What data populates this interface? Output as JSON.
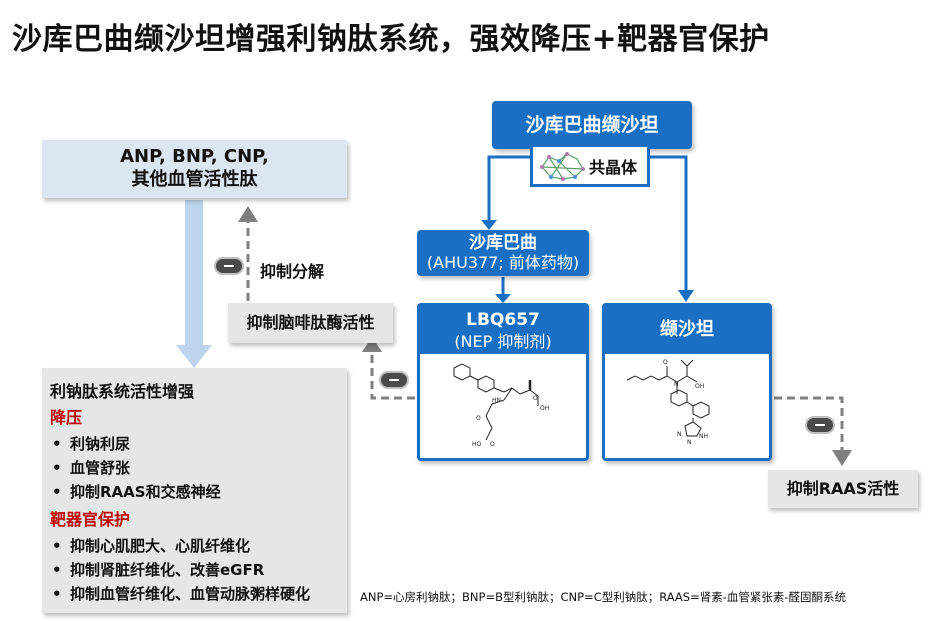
{
  "title": "沙库巴曲缬沙坦增强利钠肽系统，强效降压+靶器官保护",
  "peptides_box": {
    "line1": "ANP, BNP, CNP,",
    "line2": "其他血管活性肽"
  },
  "degradation_label": "抑制分解",
  "neprilysin_box": "抑制脑啡肽酶活性",
  "effects": {
    "heading": "利钠肽系统活性增强",
    "section1": "降压",
    "items1": [
      "利钠利尿",
      "血管舒张",
      "抑制RAAS和交感神经"
    ],
    "section2": "靶器官保护",
    "items2": [
      "抑制心肌肥大、心肌纤维化",
      "抑制肾脏纤维化、改善eGFR",
      "抑制血管纤维化、血管动脉粥样硬化"
    ]
  },
  "drug_top": "沙库巴曲缬沙坦",
  "cocrystal_label": "共晶体",
  "sacubitril": {
    "name": "沙库巴曲",
    "sub": "(AHU377; 前体药物)"
  },
  "lbq657": {
    "name": "LBQ657",
    "sub": "(NEP 抑制剂)"
  },
  "valsartan": {
    "name": "缬沙坦"
  },
  "raas_box": "抑制RAAS活性",
  "footnote": "ANP=心房利钠肽；BNP=B型利钠肽；CNP=C型利钠肽；RAAS=肾素-血管紧张素-醛固酮系统",
  "colors": {
    "accent": "#1a6fc4",
    "red": "#c00000",
    "grey_box": "#e6e6e6",
    "light_blue": "#dbe6f1"
  }
}
